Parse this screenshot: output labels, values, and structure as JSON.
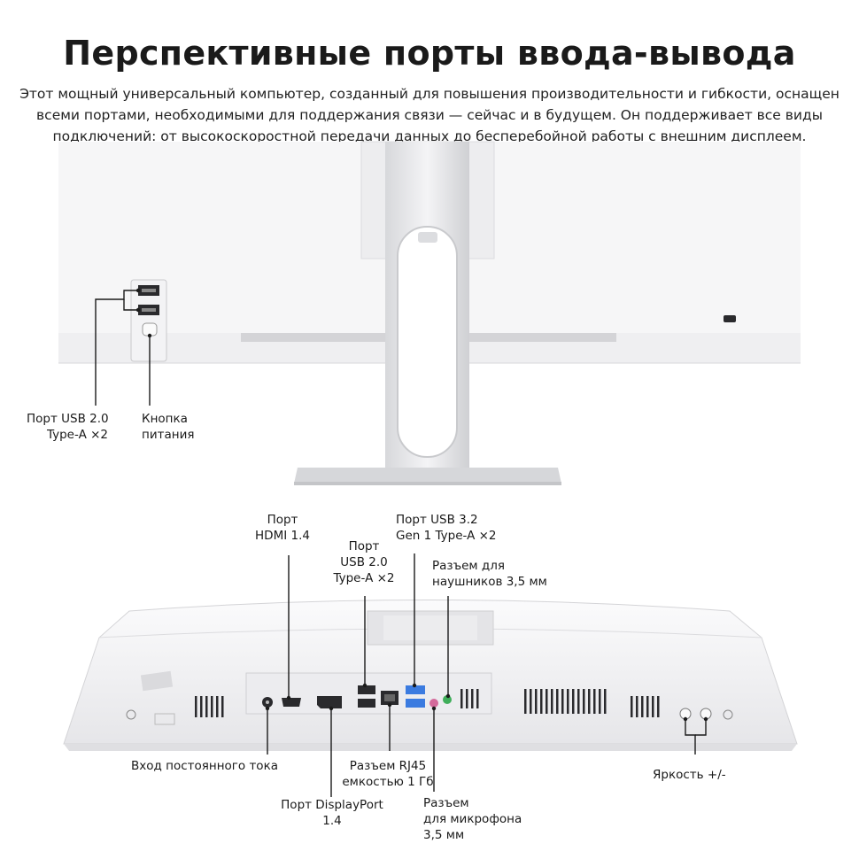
{
  "header": {
    "title": "Перспективные порты ввода-вывода",
    "description": [
      "Этот мощный универсальный компьютер, созданный для повышения производительности и гибкости, оснащен",
      "всеми портами, необходимыми для поддержания связи — сейчас и в будущем. Он поддерживает все виды",
      "подключений: от высокоскоростной передачи данных до бесперебойной работы с внешним дисплеем."
    ]
  },
  "side_view": {
    "usb20_label": [
      "Порт USB 2.0",
      "Type-A ×2"
    ],
    "power_label": [
      "Кнопка",
      "питания"
    ]
  },
  "rear_view": {
    "hdmi_label": [
      "Порт",
      "HDMI 1.4"
    ],
    "usb20_label": [
      "Порт",
      "USB 2.0",
      "Type-A ×2"
    ],
    "usb32_label": [
      "Порт USB 3.2",
      "Gen 1 Type-A ×2"
    ],
    "headphone_label": [
      "Разъем для",
      "наушников 3,5 мм"
    ],
    "dc_label": "Вход постоянного тока",
    "rj45_label": [
      "Разъем RJ45",
      "емкостью 1 Гб"
    ],
    "displayport_label": [
      "Порт DisplayPort",
      "1.4"
    ],
    "mic_label": [
      "Разъем",
      "для микрофона",
      "3,5 мм"
    ],
    "brightness_label": "Яркость +/-"
  },
  "colors": {
    "body": "#f2f2f3",
    "shadow": "#d9d9dc",
    "line": "#1a1a1a",
    "usb3_blue": "#3b7be0",
    "mic_pink": "#d46a9b",
    "audio_green": "#3fae5a"
  }
}
